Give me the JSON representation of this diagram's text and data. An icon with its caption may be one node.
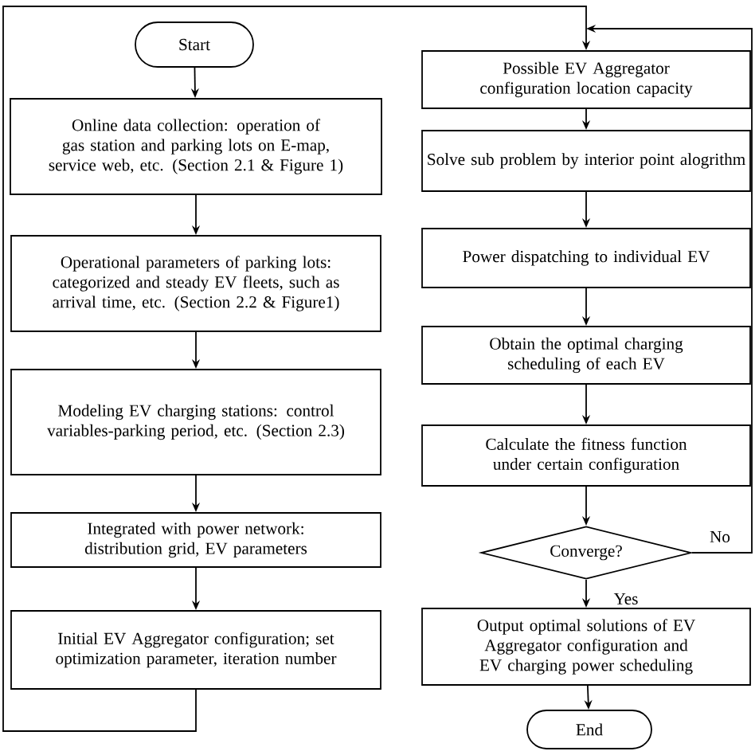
{
  "diagram": {
    "nodes": [
      {
        "text": [
          "Start"
        ]
      },
      {
        "text": [
          "Online data collection: operation of gas station and parking lots on E-map, service web, etc. (Section 2.1 & Figure 1)"
        ]
      },
      {
        "text": [
          "Operational parameters of parking lots: categorized and steady EV fleets, such as arrival time, etc. (Section 2.2 & Figure1)"
        ]
      },
      {
        "text": [
          "Modeling EV charging stations: control variables-parking period, etc. (Section 2.3)"
        ]
      },
      {
        "text": [
          "Integrated with power network: distribution grid, EV parameters"
        ]
      },
      {
        "text": [
          "Initial EV Aggregator configuration;  set optimization parameter, iteration number"
        ]
      },
      {
        "text": [
          "Possible EV Aggregator configuration location  capacity"
        ]
      },
      {
        "text": [
          "Solve sub problem by interior point alogrithm"
        ]
      },
      {
        "text": [
          "Power dispatching to individual EV"
        ]
      },
      {
        "text": [
          "Obtain the optimal charging scheduling of each EV"
        ]
      },
      {
        "text": [
          "Calculate  the fitness function under certain configuration"
        ]
      },
      {
        "text": [
          "Converge?"
        ]
      },
      {
        "text": [
          "Output optimal solutions of EV Aggregator configuration and EV charging power scheduling"
        ]
      },
      {
        "text": [
          "End"
        ]
      }
    ],
    "edges": [
      {
        "from": 0,
        "to": 1,
        "arrow": "to"
      },
      {
        "from": 1,
        "to": 2,
        "arrow": "to"
      },
      {
        "from": 2,
        "to": 3,
        "arrow": "to"
      },
      {
        "from": 3,
        "to": 4,
        "arrow": "to"
      },
      {
        "from": 4,
        "to": 5,
        "arrow": "to"
      },
      {
        "from": 5,
        "to": 6,
        "arrow": "to"
      },
      {
        "from": 6,
        "to": 7,
        "arrow": "to"
      },
      {
        "from": 7,
        "to": 8,
        "arrow": "to"
      },
      {
        "from": 8,
        "to": 9,
        "arrow": "to"
      },
      {
        "from": 9,
        "to": 10,
        "arrow": "to"
      },
      {
        "from": 10,
        "to": 11,
        "arrow": "to"
      },
      {
        "from": 11,
        "to": 6,
        "arrow": "to",
        "label": "No"
      },
      {
        "from": 11,
        "to": 12,
        "arrow": "to",
        "label": "Yes"
      },
      {
        "from": 12,
        "to": 13,
        "arrow": "to"
      }
    ]
  }
}
